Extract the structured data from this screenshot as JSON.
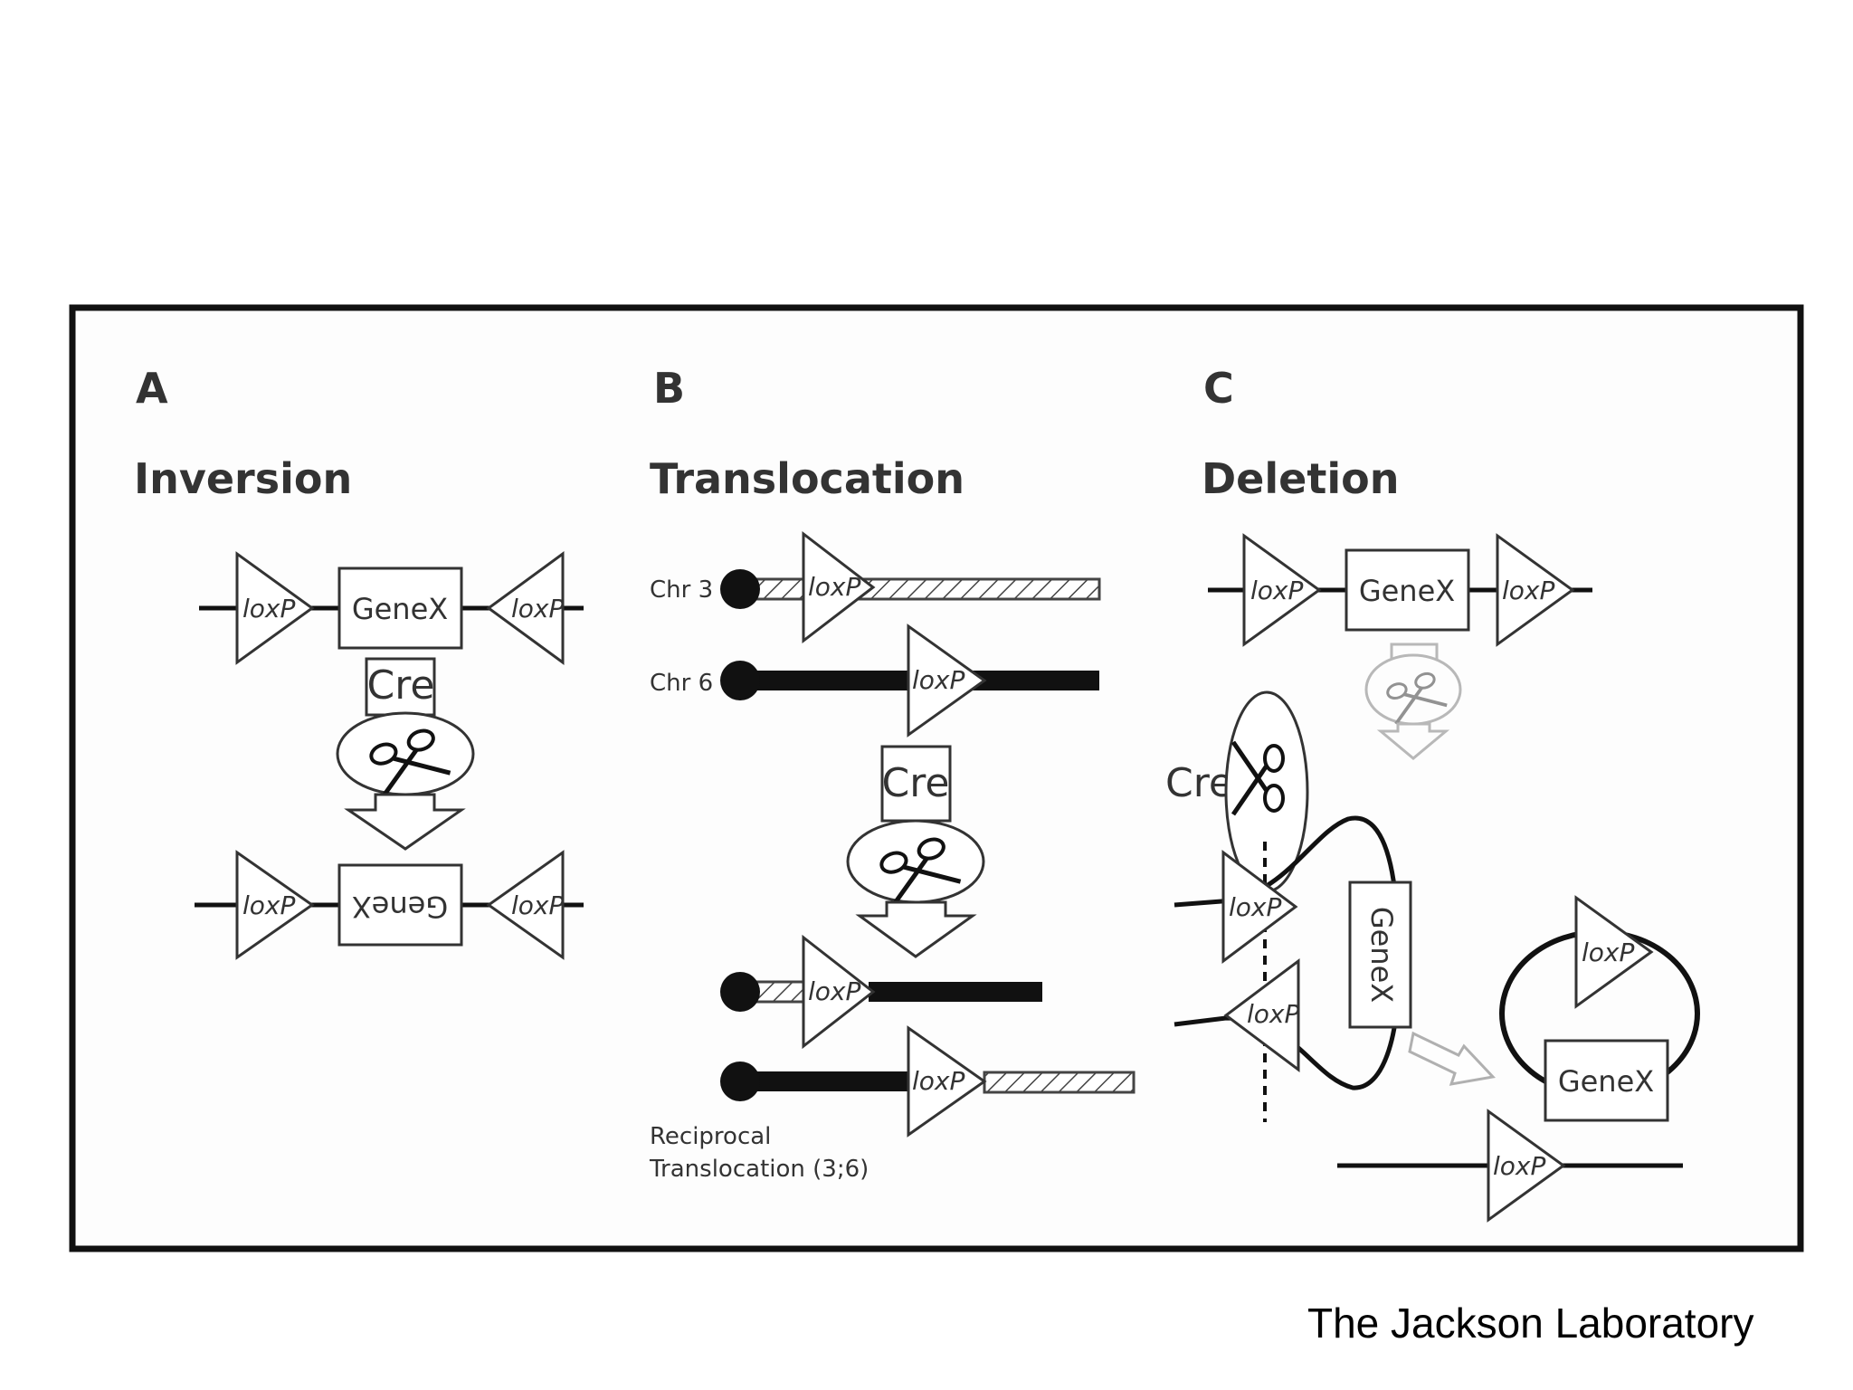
{
  "panels": {
    "inversion": {
      "letter": "A",
      "title": "Inversion"
    },
    "translocation": {
      "letter": "B",
      "title": "Translocation"
    },
    "deletion": {
      "letter": "C",
      "title": "Deletion"
    }
  },
  "labels": {
    "gene": "GeneX",
    "loxp": "loxP",
    "cre": "Cre",
    "chr3": "Chr 3",
    "chr6": "Chr 6",
    "reciprocal_line1": "Reciprocal",
    "reciprocal_line2": "Translocation (3;6)"
  },
  "credit": "The Jackson Laboratory"
}
